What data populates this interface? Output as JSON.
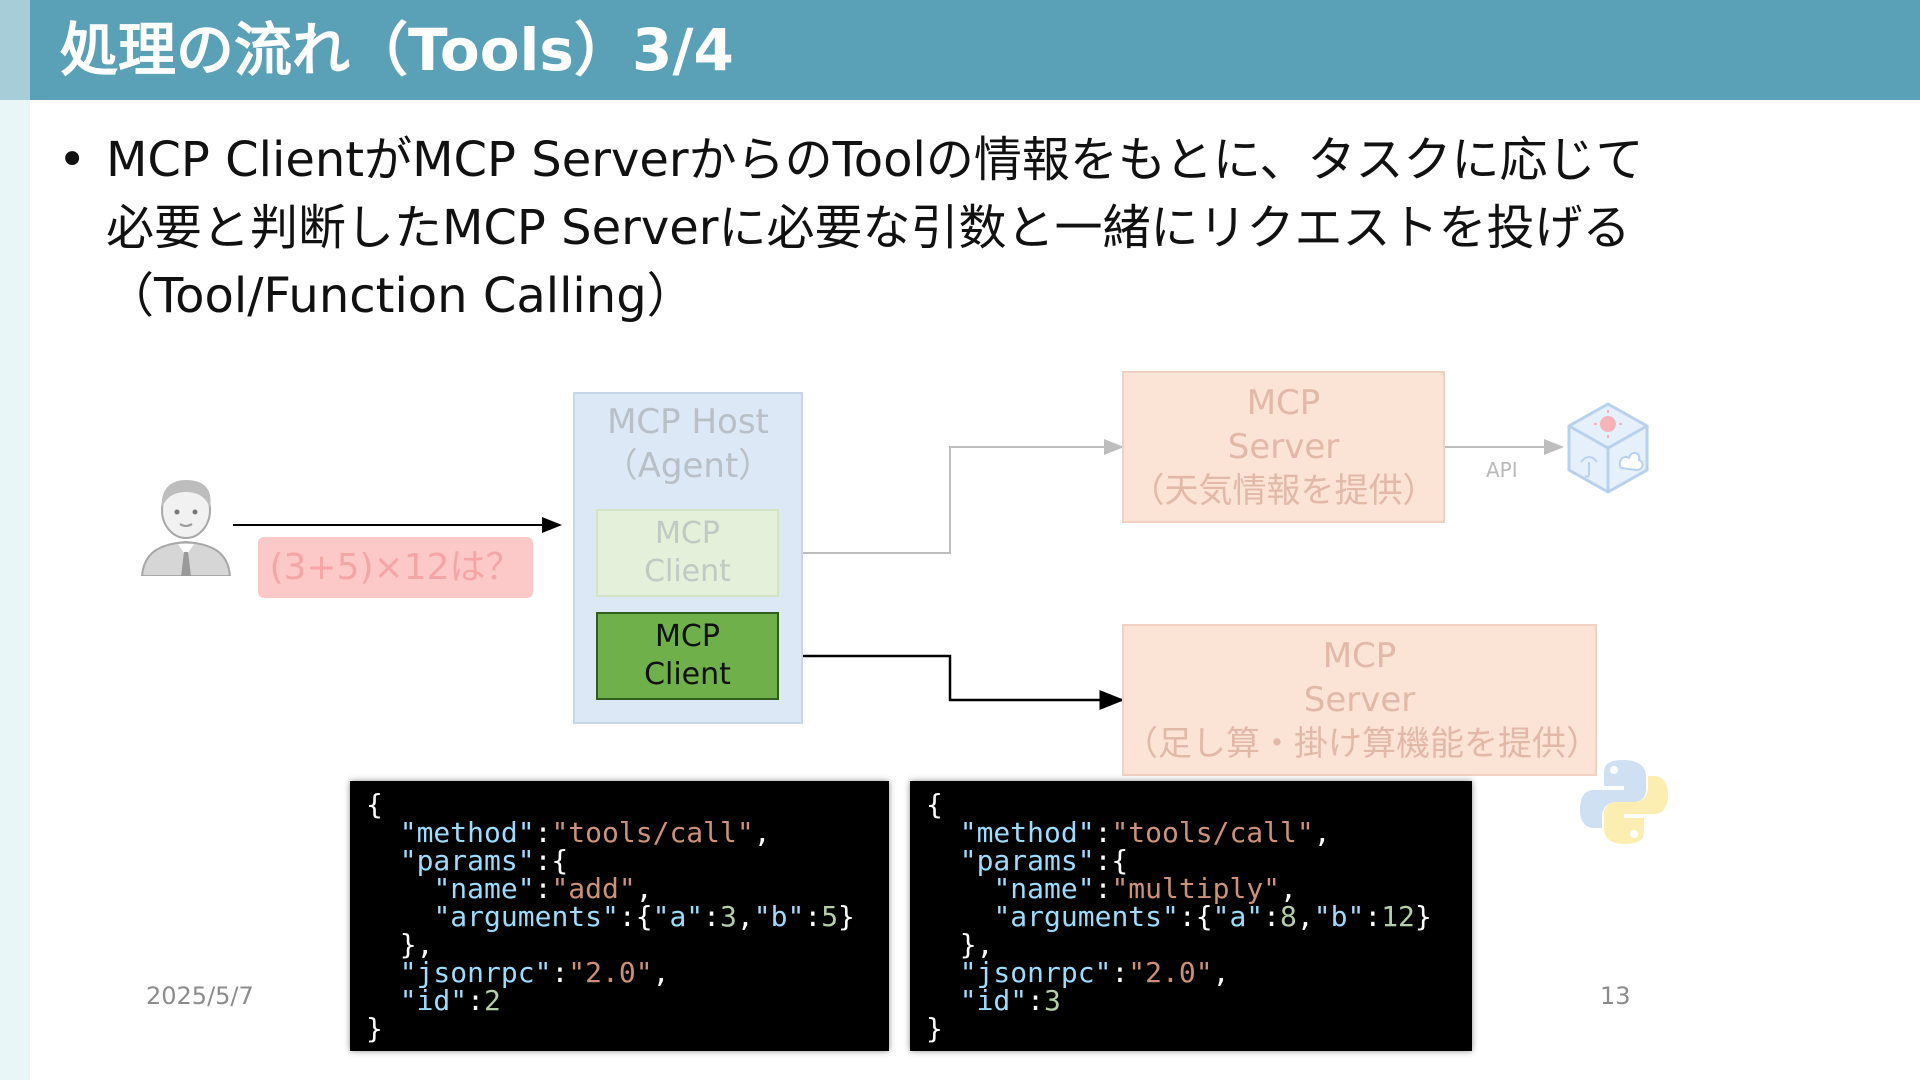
{
  "slide": {
    "title": "処理の流れ（Tools）3/4",
    "bullet_marker": "•",
    "bullet_lines": [
      "MCP ClientがMCP ServerからのToolの情報をもとに、タスクに応じて",
      "必要と判断したMCP Serverに必要な引数と一緒にリクエストを投げる",
      "（Tool/Function Calling）"
    ]
  },
  "diagram": {
    "question": "(3+5)×12は？",
    "host_lines": [
      "MCP Host",
      "（Agent）"
    ],
    "client_dim_lines": [
      "MCP",
      "Client"
    ],
    "client_active_lines": [
      "MCP",
      "Client"
    ],
    "weather_server_lines": [
      "MCP",
      "Server",
      "（天気情報を提供）"
    ],
    "calc_server_lines": [
      "MCP",
      "Server",
      "（足し算・掛け算機能を提供）"
    ],
    "api_label": "API"
  },
  "code_blocks": [
    {
      "lines": [
        "{",
        "  \"method\":\"tools/call\",",
        "  \"params\":{",
        "    \"name\":\"add\",",
        "    \"arguments\":{\"a\":3,\"b\":5}",
        "  },",
        "  \"jsonrpc\":\"2.0\",",
        "  \"id\":2",
        "}"
      ]
    },
    {
      "lines": [
        "{",
        "  \"method\":\"tools/call\",",
        "  \"params\":{",
        "    \"name\":\"multiply\",",
        "    \"arguments\":{\"a\":8,\"b\":12}",
        "  },",
        "  \"jsonrpc\":\"2.0\",",
        "  \"id\":3",
        "}"
      ]
    }
  ],
  "footer": {
    "date": "2025/5/7",
    "page": "13"
  },
  "colors": {
    "header": "#5aa1b8",
    "client_active": "#6fb04a",
    "server": "#fbe3d6",
    "host": "#dce8f5"
  }
}
